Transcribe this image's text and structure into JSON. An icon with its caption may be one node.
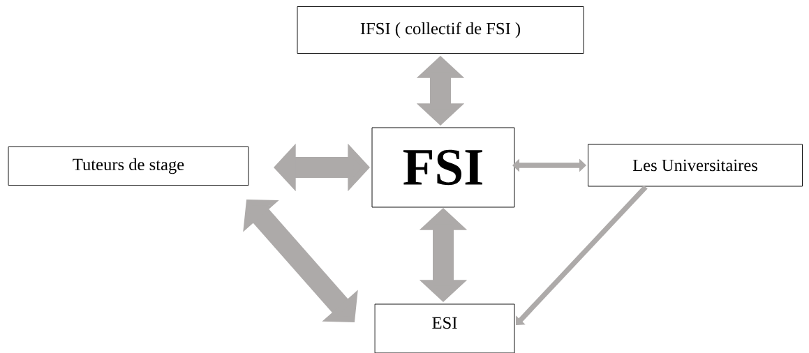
{
  "diagram": {
    "nodes": [
      {
        "text": [
          "IFSI ( collectif de FSI )"
        ]
      },
      {
        "text": [
          "Tuteurs de stage"
        ]
      },
      {
        "text": [
          "FSI"
        ]
      },
      {
        "text": [
          "Les Universitaires"
        ]
      },
      {
        "text": [
          "ESI"
        ]
      }
    ],
    "edges": [
      {
        "from": 0,
        "to": 2,
        "arrow": "both"
      },
      {
        "from": 1,
        "to": 2,
        "arrow": "both"
      },
      {
        "from": 2,
        "to": 3,
        "arrow": "both"
      },
      {
        "from": 2,
        "to": 4,
        "arrow": "both"
      },
      {
        "from": 1,
        "to": 4,
        "arrow": "both"
      },
      {
        "from": 3,
        "to": 4,
        "arrow": "to"
      }
    ]
  }
}
